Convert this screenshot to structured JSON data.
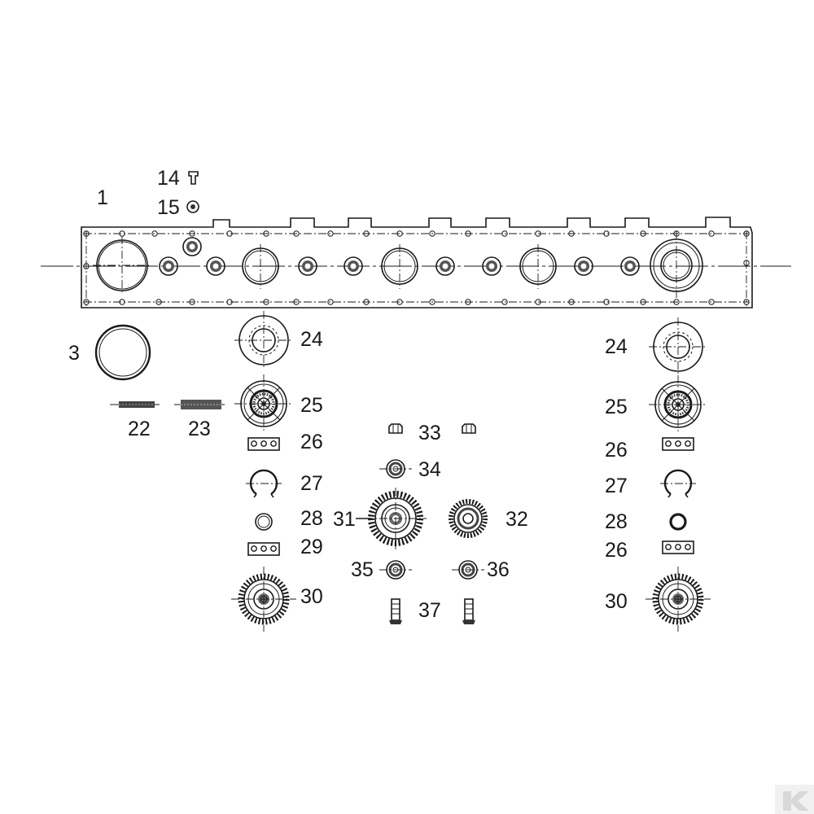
{
  "diagram": {
    "labels": {
      "l1": "1",
      "l3": "3",
      "l14": "14",
      "l15": "15",
      "l22": "22",
      "l23": "23",
      "l24a": "24",
      "l24b": "24",
      "l25a": "25",
      "l25b": "25",
      "l26a": "26",
      "l26b": "26",
      "l26c": "26",
      "l27a": "27",
      "l27b": "27",
      "l28a": "28",
      "l28b": "28",
      "l29": "29",
      "l30a": "30",
      "l30b": "30",
      "l31": "31",
      "l32": "32",
      "l33": "33",
      "l34": "34",
      "l35": "35",
      "l36": "36",
      "l37": "37"
    },
    "watermark": "K"
  }
}
